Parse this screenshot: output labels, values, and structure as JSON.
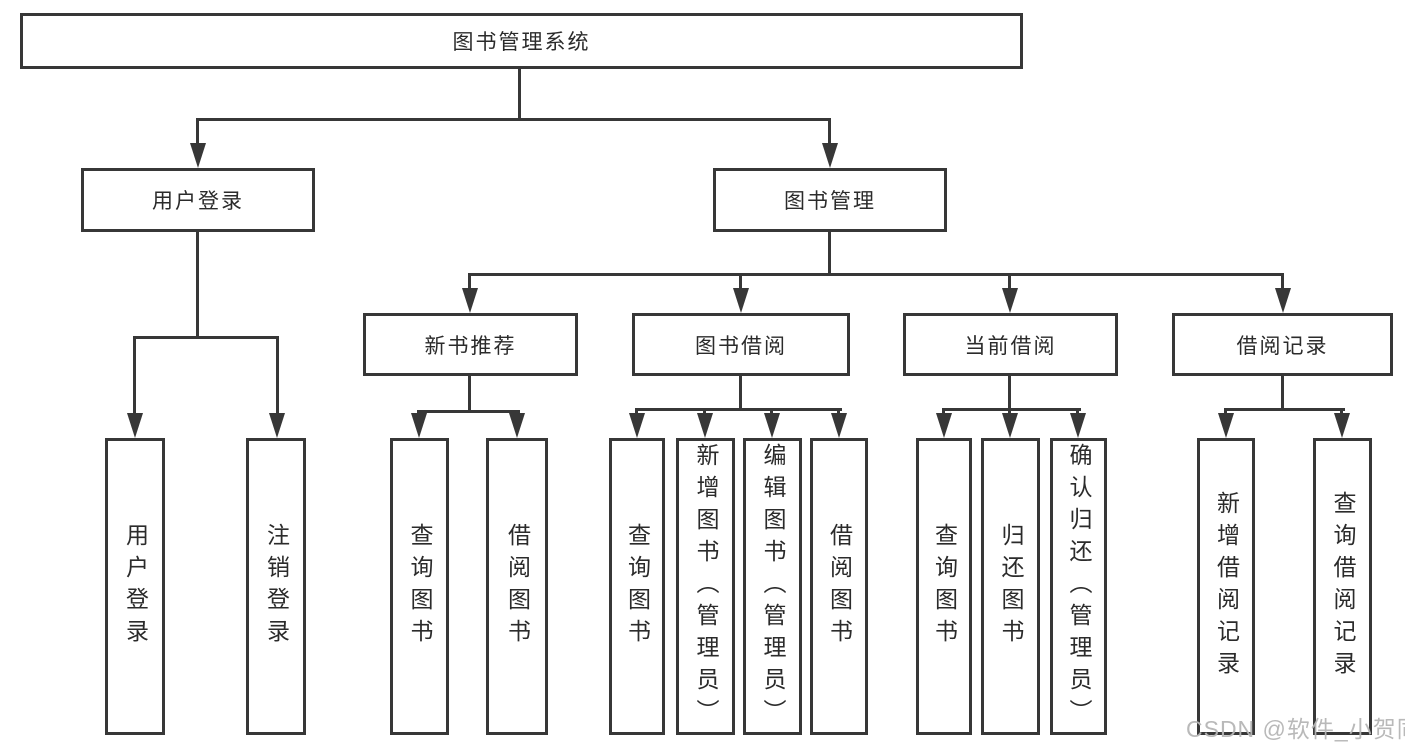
{
  "diagram": {
    "title": "图书管理系统",
    "root": {
      "label": "图书管理系统"
    },
    "level2": {
      "user_login": {
        "label": "用户登录"
      },
      "book_management": {
        "label": "图书管理"
      }
    },
    "level3": {
      "new_book_recommend": {
        "label": "新书推荐"
      },
      "book_borrow": {
        "label": "图书借阅"
      },
      "current_borrow": {
        "label": "当前借阅"
      },
      "borrow_record": {
        "label": "借阅记录"
      }
    },
    "leaves": {
      "user_login": [
        "用户登录",
        "注销登录"
      ],
      "new_book_recommend": [
        "查询图书",
        "借阅图书"
      ],
      "book_borrow": [
        "查询图书",
        "新增图书（管理员）",
        "编辑图书（管理员）",
        "借阅图书"
      ],
      "current_borrow": [
        "查询图书",
        "归还图书",
        "确认归还（管理员）"
      ],
      "borrow_record": [
        "新增借阅记录",
        "查询借阅记录"
      ]
    }
  },
  "watermark": {
    "text": "CSDN @软件_小贺同学",
    "color": "#b6b6b6"
  },
  "colors": {
    "line": "#373737",
    "text": "#2b2b2b",
    "background": "#ffffff"
  }
}
